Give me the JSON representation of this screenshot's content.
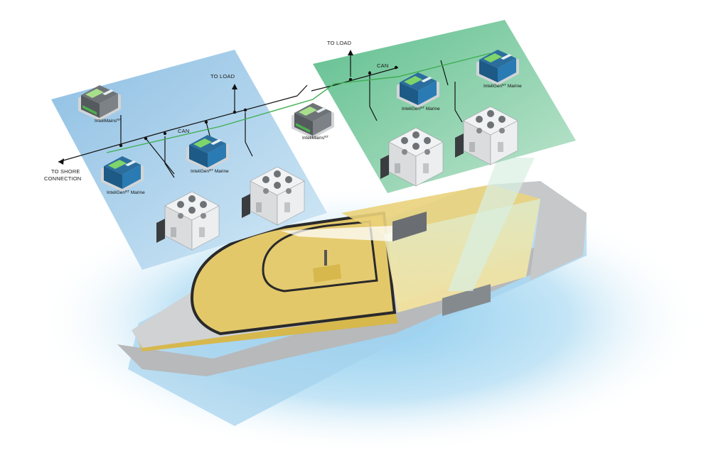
{
  "labels": {
    "to_load_left": "TO LOAD",
    "to_load_right": "TO LOAD",
    "can_left": "CAN",
    "can_right": "CAN",
    "to_shore_line1": "TO SHORE",
    "to_shore_line2": "CONNECTION"
  },
  "devices": {
    "mains_left": {
      "name": "InteliMains",
      "sup": "NT"
    },
    "mains_center": {
      "name": "InteliMains",
      "sup": "NT"
    },
    "gen_left_1": {
      "name": "InteliGen",
      "sup": "NT",
      "suffix": " Marine"
    },
    "gen_left_2": {
      "name": "InteliGen",
      "sup": "NT",
      "suffix": " Marine"
    },
    "gen_right_1": {
      "name": "InteliGen",
      "sup": "NT",
      "suffix": " Marine"
    },
    "gen_right_2": {
      "name": "InteliGen",
      "sup": "NT",
      "suffix": " Marine"
    }
  },
  "colors": {
    "left_panel": "#9fc8e6",
    "right_panel": "#7cc9a0",
    "can_bus": "#47b35a",
    "deck": "#e3c86a",
    "hull": "#c9cbcd",
    "water": "#bfe2f5"
  }
}
